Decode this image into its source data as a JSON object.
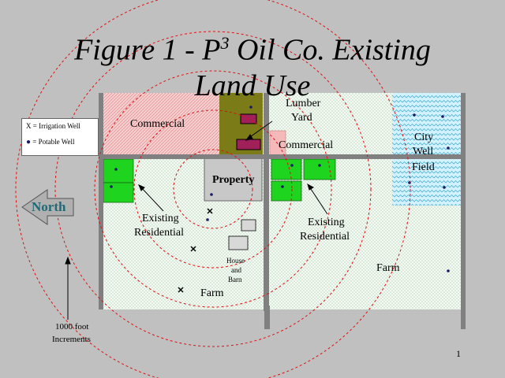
{
  "title_line1": "Figure 1 - P",
  "title_sup": "3",
  "title_line1_rest": " Oil Co. Existing",
  "title_line2": "Land Use",
  "legend": {
    "irrigation": "X = Irrigation Well",
    "potable": "= Potable Well"
  },
  "labels": {
    "commercial_left": "Commercial",
    "lumber1": "Lumber",
    "lumber2": "Yard",
    "commercial_right": "Commercial",
    "city1": "City",
    "city2": "Well",
    "city3": "Field",
    "property": "Property",
    "residential_left1": "Existing",
    "residential_left2": "Residential",
    "residential_right1": "Existing",
    "residential_right2": "Residential",
    "house1": "House",
    "house2": "and",
    "house3": "Barn",
    "farm_left": "Farm",
    "farm_right": "Farm",
    "increments1": "1000 foot",
    "increments2": "Increments"
  },
  "north": "North",
  "page_number": "1",
  "colors": {
    "background": "#c0c0c0",
    "commercial": "#f2c2c2",
    "lumber": "#7a7a1a",
    "residential_green": "#1ed41e",
    "city_well": "#c9f0ff",
    "farm": "#eef7ee",
    "rings": "#e01010"
  }
}
